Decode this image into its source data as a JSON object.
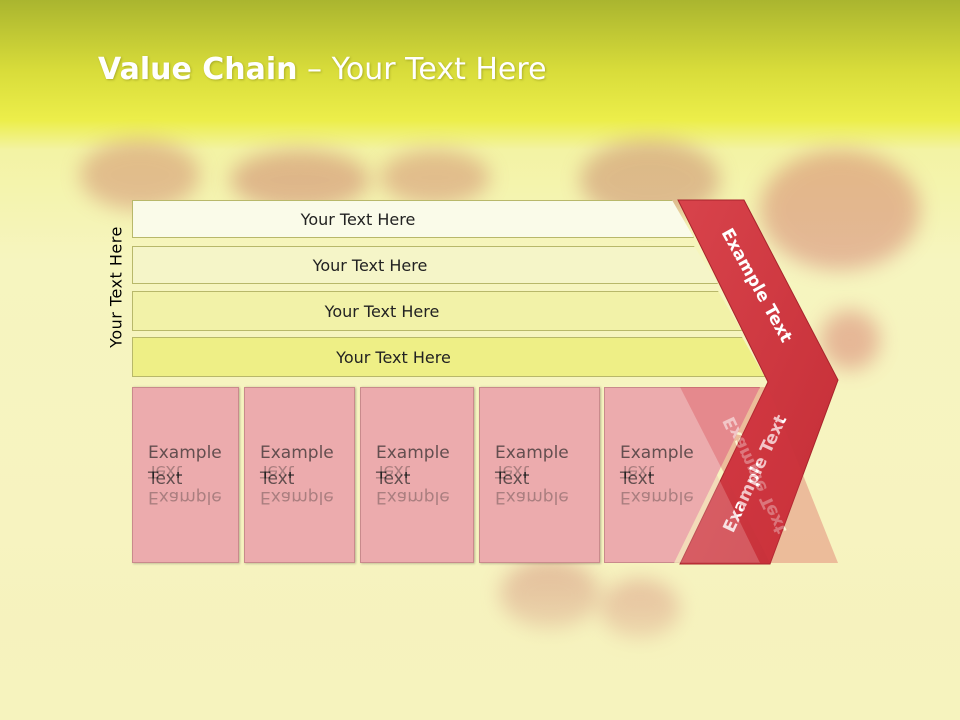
{
  "title": {
    "bold": "Value Chain",
    "rest": " – Your Text Here"
  },
  "side_label": "Your Text Here",
  "bars": [
    {
      "label": "Your Text Here",
      "color": "#fafbe9"
    },
    {
      "label": "Your Text Here",
      "color": "#f5f5c8"
    },
    {
      "label": "Your Text Here",
      "color": "#f2f2a8"
    },
    {
      "label": "Your Text Here",
      "color": "#eeef86"
    }
  ],
  "blocks": [
    {
      "label": "Example Text"
    },
    {
      "label": "Example Text"
    },
    {
      "label": "Example Text"
    },
    {
      "label": "Example Text"
    },
    {
      "label": "Example Text"
    }
  ],
  "chevron": {
    "upper_label": "Example Text",
    "lower_label": "Example Text",
    "color": "#d23640"
  },
  "colors": {
    "block_fill": "#ecabad",
    "accent_red": "#d23640",
    "header_band": "#d8dc3a"
  }
}
